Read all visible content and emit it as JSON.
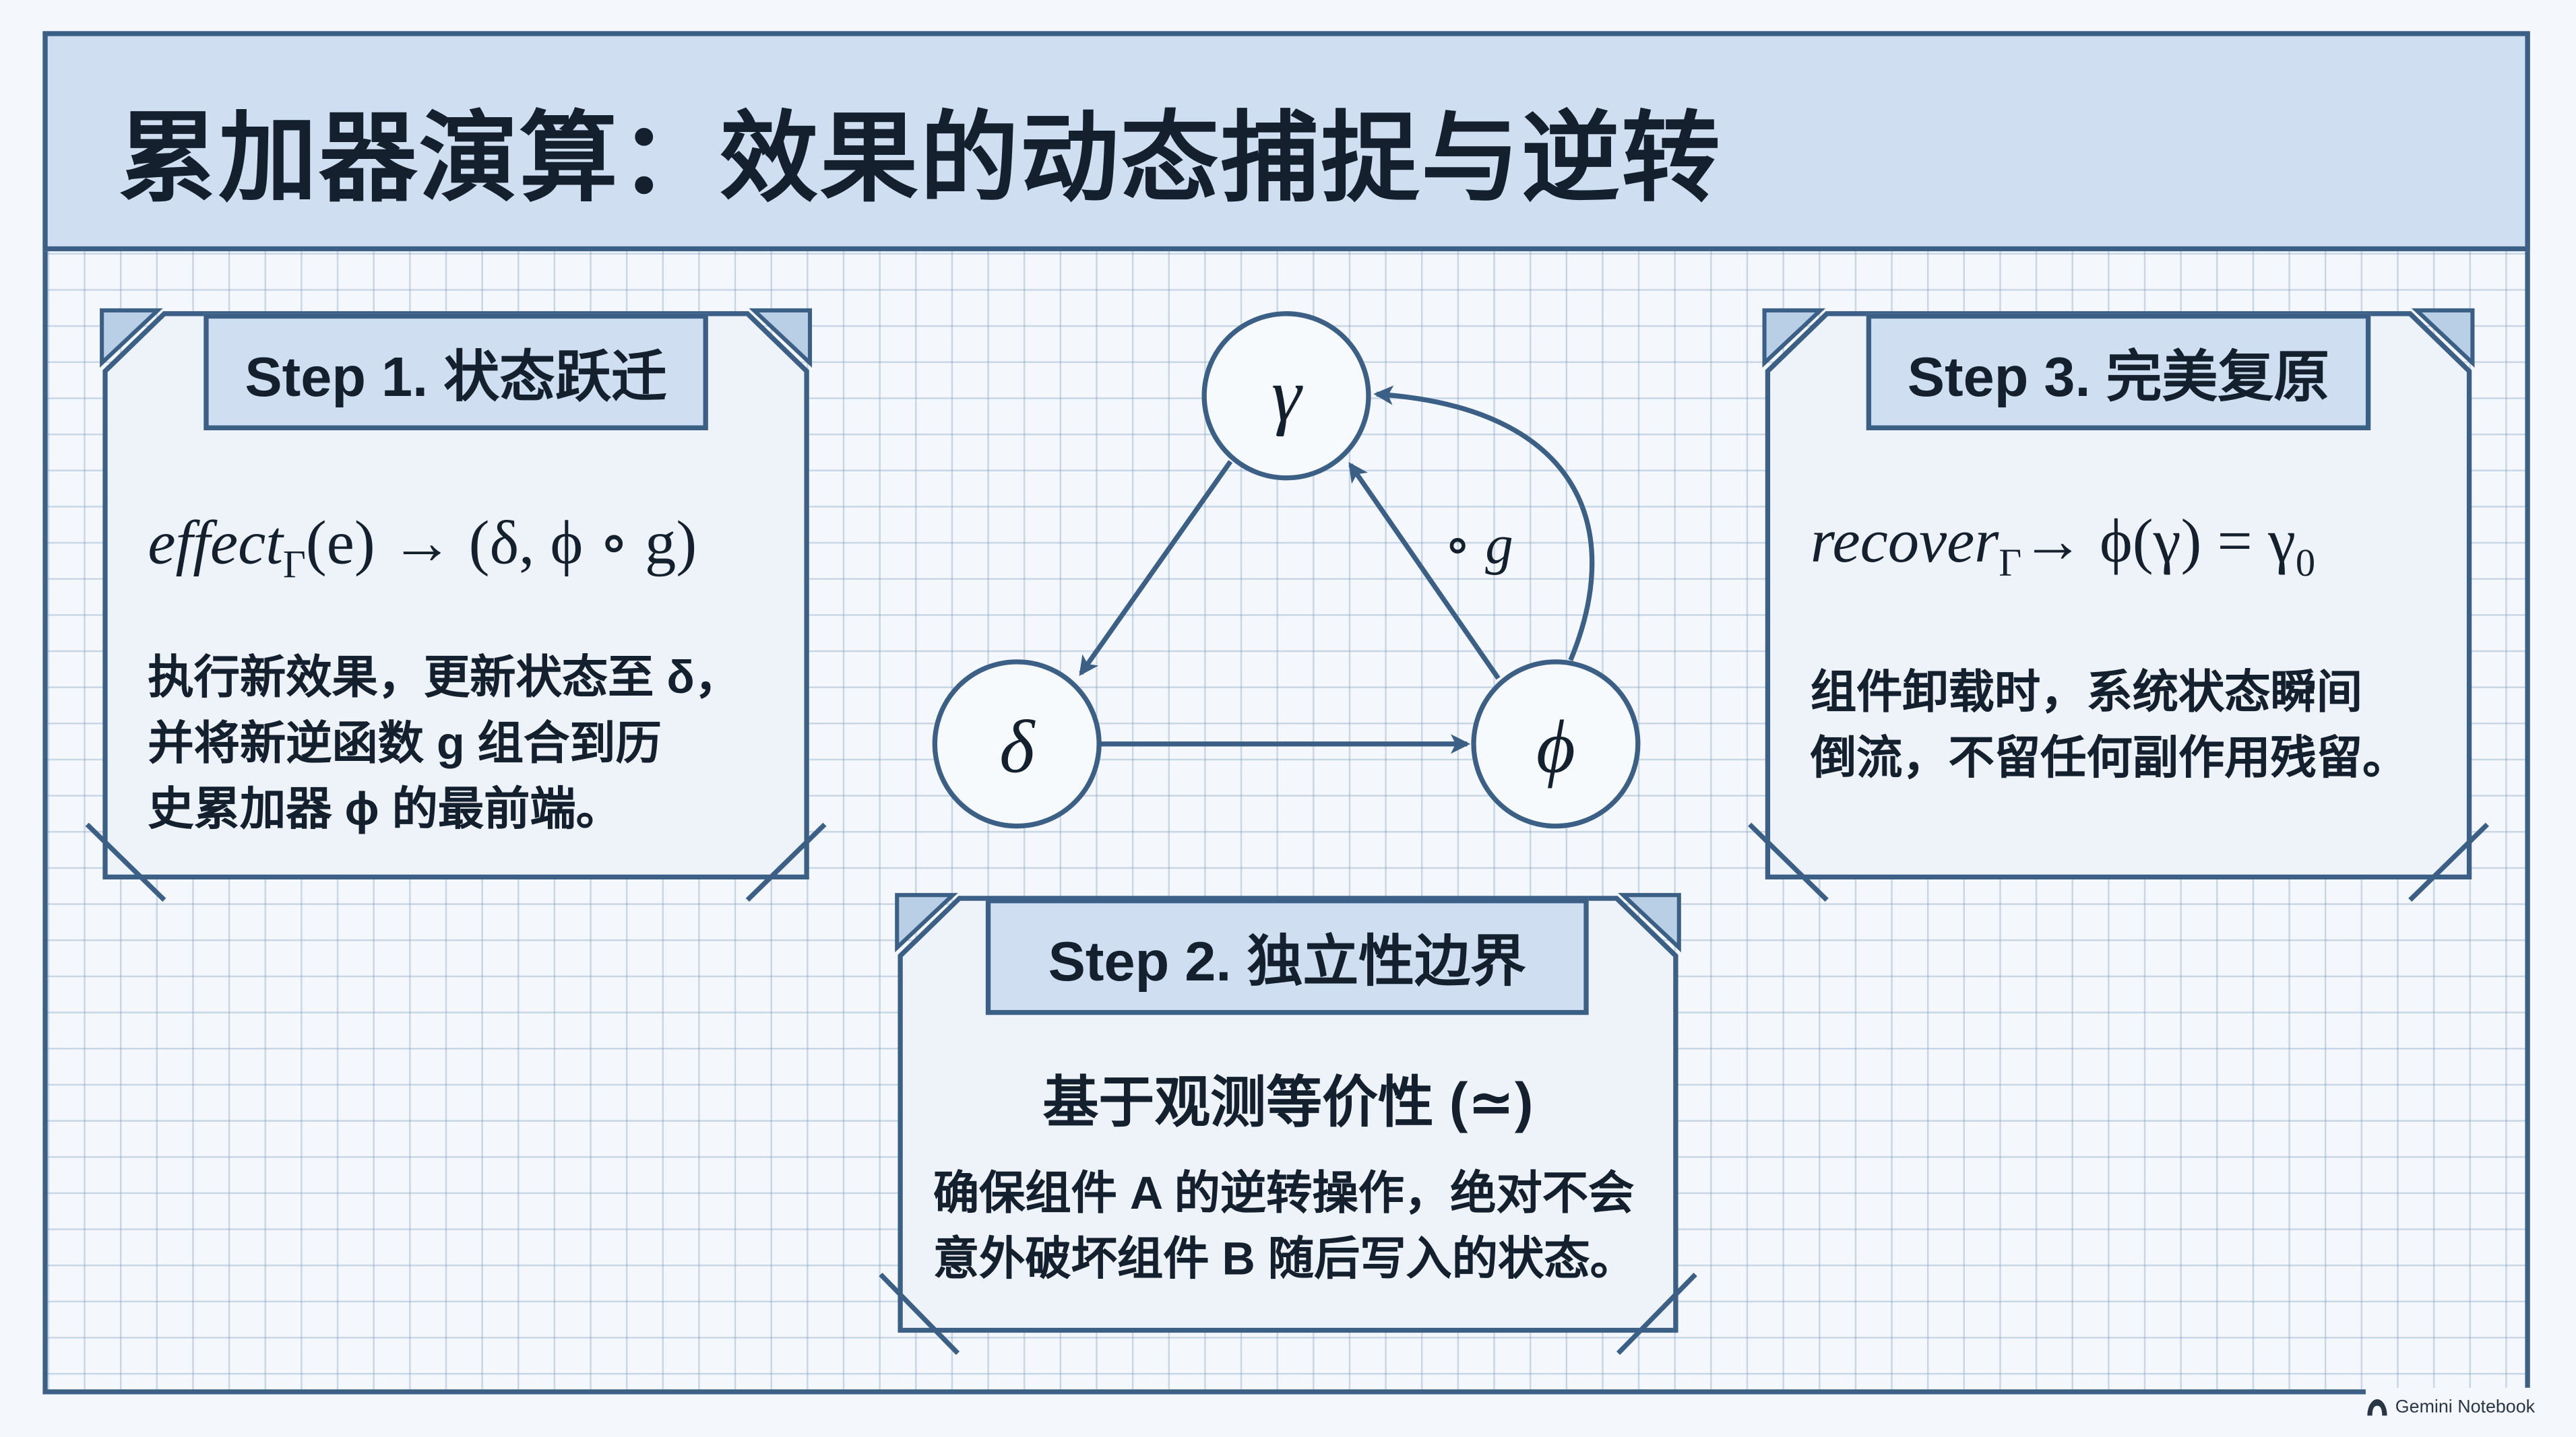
{
  "title": "累加器演算：效果的动态捕捉与逆转",
  "step1": {
    "heading": "Step 1. 状态跃迁",
    "formula": {
      "name": "effect",
      "subscript": "Γ",
      "rest": "(e) → (δ, ϕ ∘ g)"
    },
    "description": [
      "执行新效果，更新状态至 δ，",
      "并将新逆函数 g 组合到历",
      "史累加器 ϕ 的最前端。"
    ]
  },
  "step2": {
    "heading": "Step 2. 独立性边界",
    "subheading": "基于观测等价性 (≃)",
    "description": [
      "确保组件 A 的逆转操作，绝对不会",
      "意外破坏组件 B 随后写入的状态。"
    ]
  },
  "step3": {
    "heading": "Step 3. 完美复原",
    "formula": {
      "name": "recover",
      "subscript": "Γ",
      "rest": "→ ϕ(γ) = γ",
      "rest_subscript": "0"
    },
    "description": [
      "组件卸载时，系统状态瞬间",
      "倒流，不留任何副作用残留。"
    ]
  },
  "diagram": {
    "nodes": {
      "top": "γ",
      "left": "δ",
      "right": "ϕ"
    },
    "edge_label": "∘ g"
  },
  "watermark": "Gemini Notebook",
  "colors": {
    "header_fill": "#cfdef0",
    "border": "#3c5f86",
    "grid": "#aabed6",
    "text": "#14202e"
  }
}
